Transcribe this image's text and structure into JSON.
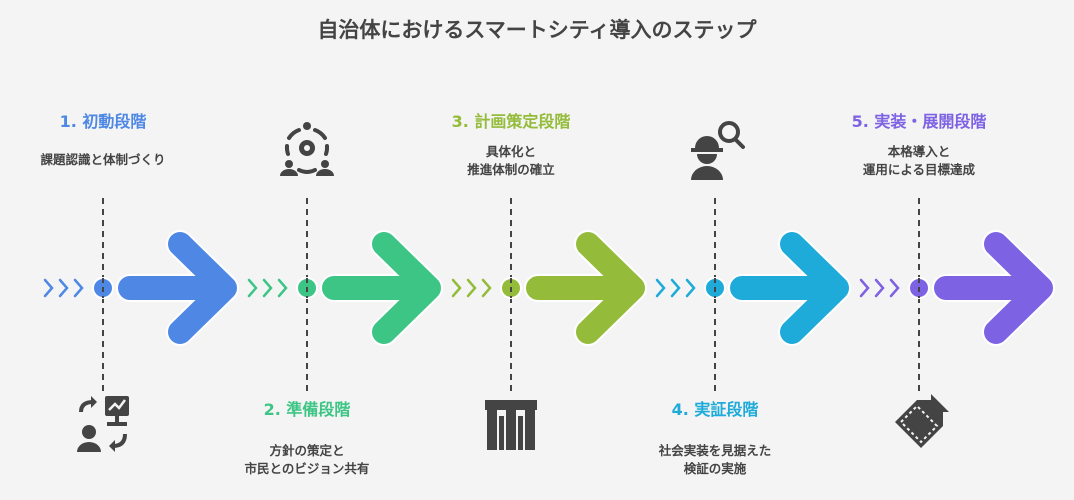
{
  "title": "自治体におけるスマートシティ導入のステップ",
  "steps": [
    {
      "label": "1. 初動段階",
      "desc": [
        "課題認識と体制づくり"
      ],
      "color": "#4E88E4",
      "text_pos": "top",
      "icon": "team-presentation-icon"
    },
    {
      "label": "2. 準備段階",
      "desc": [
        "方針の策定と",
        "市民とのビジョン共有"
      ],
      "color": "#3DC585",
      "text_pos": "bottom",
      "icon": "team-gear-icon"
    },
    {
      "label": "3. 計画策定段階",
      "desc": [
        "具体化と",
        "推進体制の確立"
      ],
      "color": "#94BC3A",
      "text_pos": "top",
      "icon": "building-columns-icon"
    },
    {
      "label": "4. 実証段階",
      "desc": [
        "社会実装を見据えた",
        "検証の実施"
      ],
      "color": "#1EABD9",
      "text_pos": "bottom",
      "icon": "worker-search-icon"
    },
    {
      "label": "5. 実装・展開段階",
      "desc": [
        "本格導入と",
        "運用による目標達成"
      ],
      "color": "#7E62E4",
      "text_pos": "top",
      "icon": "deploy-arrow-icon"
    }
  ]
}
